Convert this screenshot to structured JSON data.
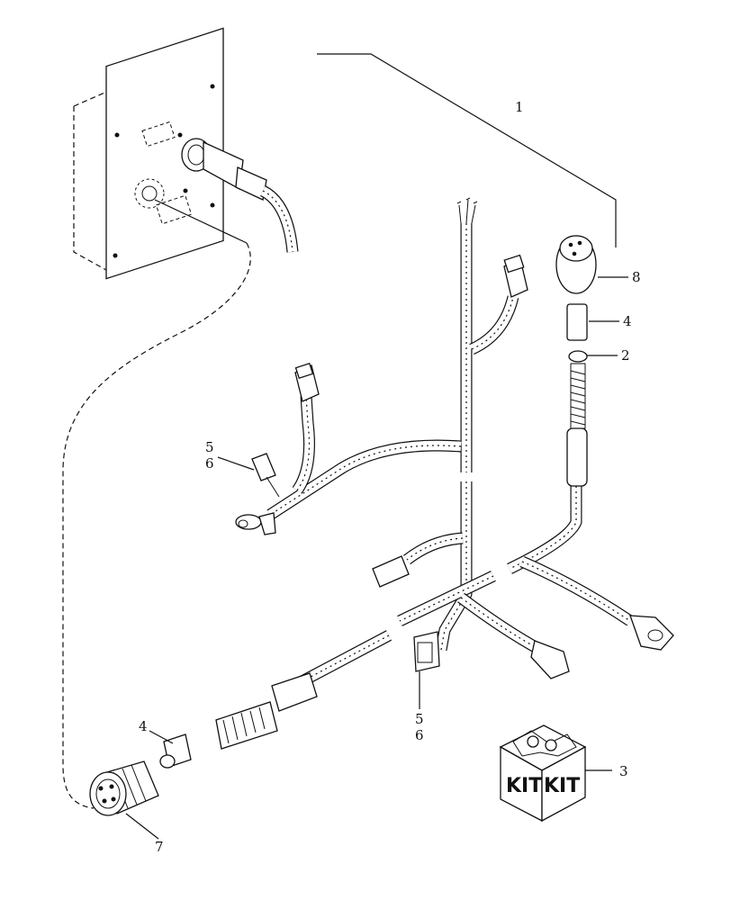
{
  "callouts": {
    "c1": "1",
    "c2": "2",
    "c3": "3",
    "c4_top": "4",
    "c4_bottom": "4",
    "c5_left": "5",
    "c6_left": "6",
    "c5_center": "5",
    "c6_center": "6",
    "c7": "7",
    "c8": "8"
  },
  "kit": {
    "label_left": "KIT",
    "label_right": "KIT"
  }
}
